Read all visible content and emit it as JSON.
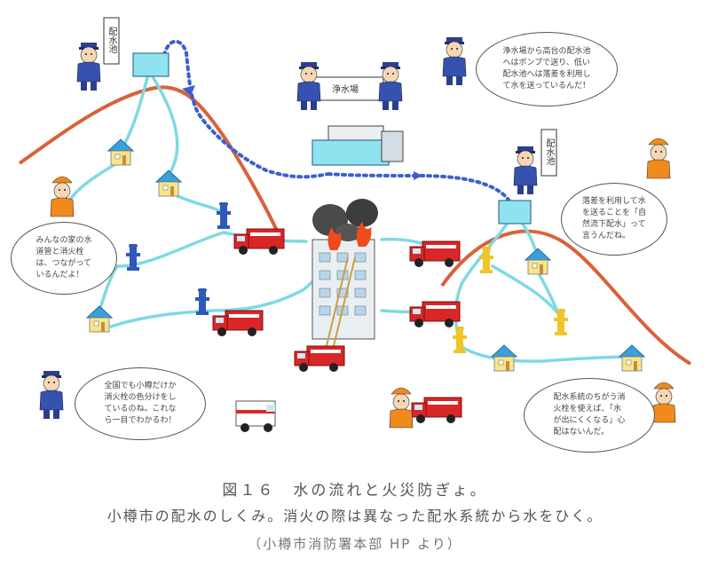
{
  "labels": {
    "reservoir_left": "配水池",
    "purification": "浄水場",
    "reservoir_right": "配水池"
  },
  "bubbles": {
    "top_right": [
      "浄水場から高台の配水池",
      "へはポンプで送り、低い",
      "配水池へは落差を利用し",
      "て水を送っているんだ！"
    ],
    "right_mid": [
      "落差を利用して水",
      "を送ることを「自",
      "然流下配水」って",
      "言うんだね。"
    ],
    "left_mid": [
      "みんなの家の水",
      "道管と消火栓",
      "は、つながって",
      "いるんだよ！"
    ],
    "left_bottom": [
      "全国でも小樽だけか",
      "消火栓の色分けをし",
      "ているのね。これな",
      "ら一目でわかるわ！"
    ],
    "right_bottom": [
      "配水系統のちがう消",
      "火栓を使えば、「水",
      "が出にくくなる」心",
      "配はないんだ。"
    ]
  },
  "captions": {
    "line1": "図１６　水の流れと火災防ぎょ。",
    "line2": "小樽市の配水のしくみ。消火の際は異なった配水系統から水をひく。",
    "line3": "（小樽市消防署本部 HP より）"
  },
  "colors": {
    "hill": "#d9623a",
    "water_pipe": "#7fd9e3",
    "pump_route": "#3b5fcf",
    "hydrant_blue": "#2f59b8",
    "hydrant_yellow": "#f0c52c",
    "fire_truck": "#d92626",
    "uniform": "#3552b0"
  }
}
